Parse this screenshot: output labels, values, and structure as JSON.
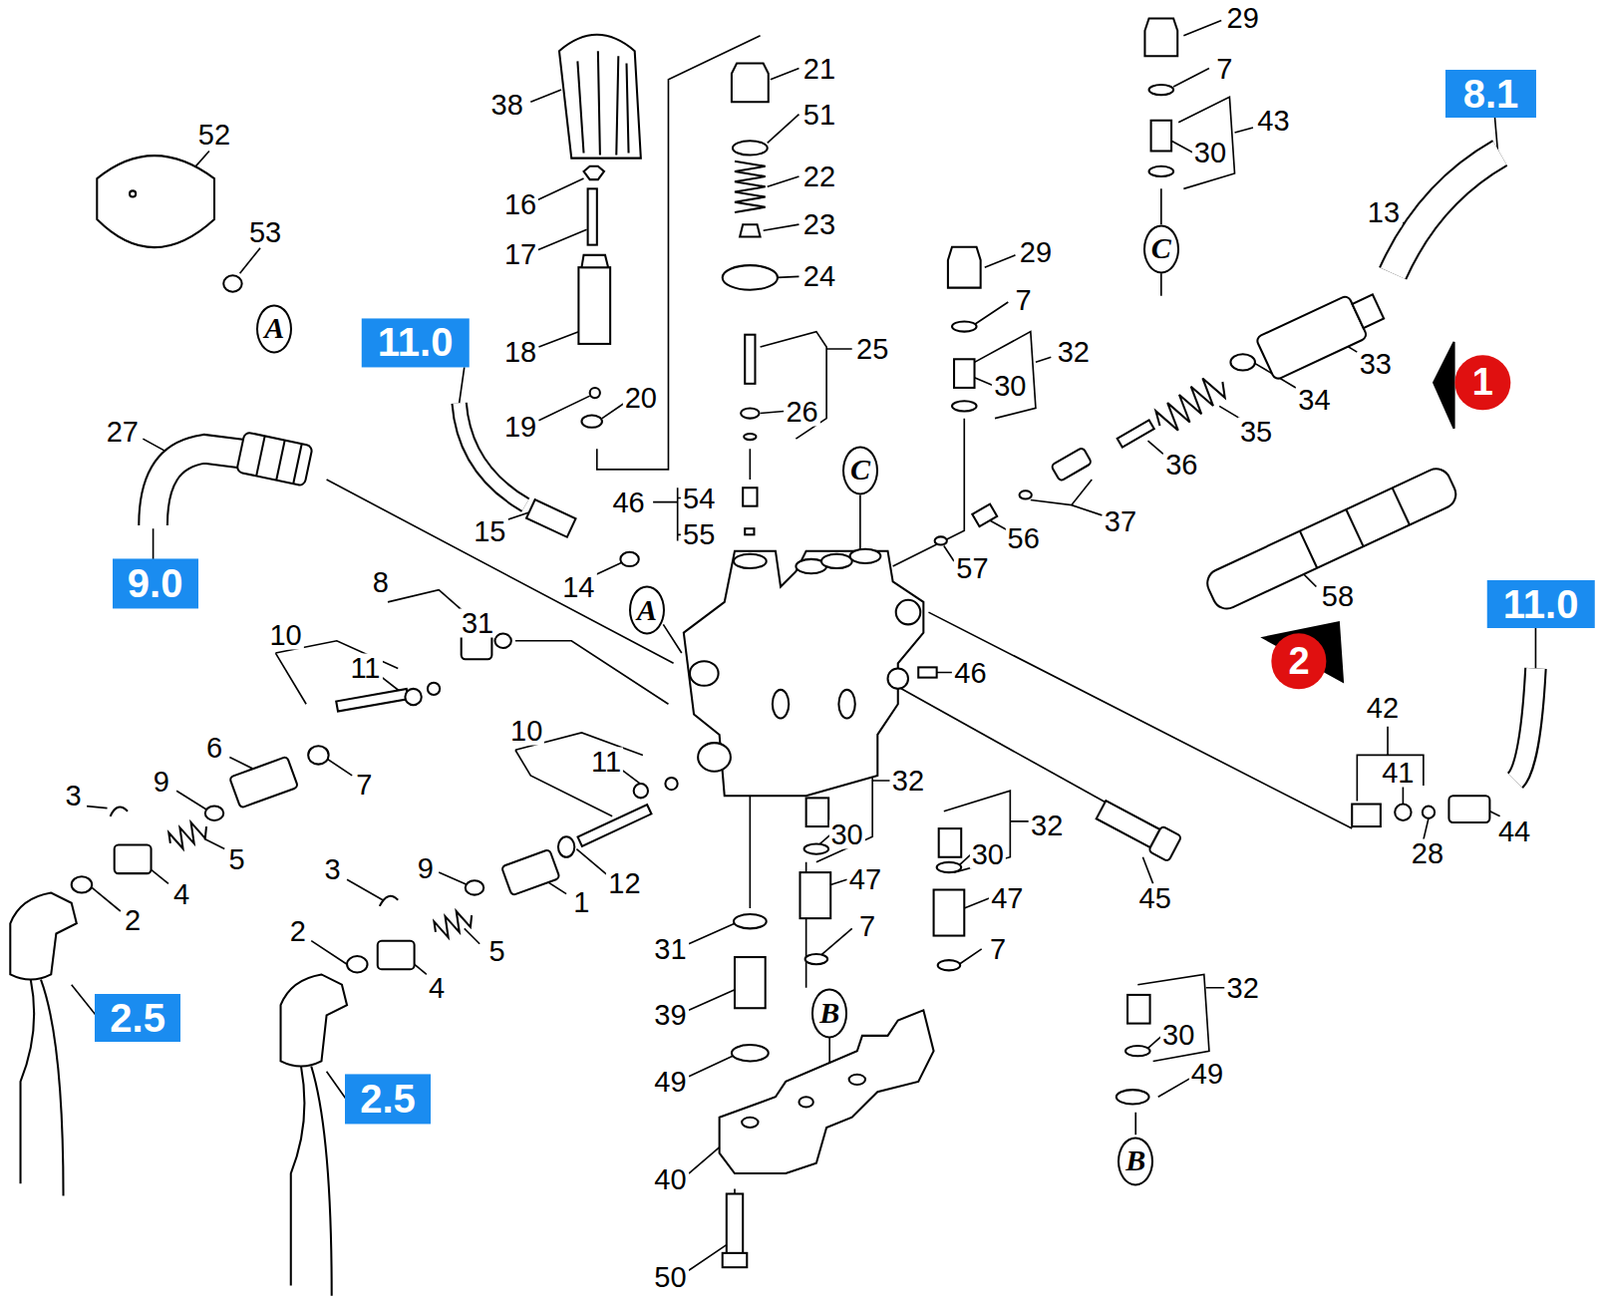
{
  "diagram": {
    "nodes": [
      {
        "text": [
          "8.1"
        ]
      },
      {
        "text": [
          "C"
        ]
      },
      {
        "text": [
          "A"
        ]
      },
      {
        "text": [
          "11.0"
        ]
      },
      {
        "text": [
          "1"
        ]
      },
      {
        "text": [
          "C"
        ]
      },
      {
        "text": [
          "9.0"
        ]
      },
      {
        "text": [
          "11.0"
        ]
      },
      {
        "text": [
          "A"
        ]
      },
      {
        "text": [
          "2"
        ]
      },
      {
        "text": [
          "B"
        ]
      },
      {
        "text": [
          "2.5"
        ]
      },
      {
        "text": [
          "2.5"
        ]
      },
      {
        "text": [
          "B"
        ]
      }
    ],
    "labels": [
      "29",
      "21",
      "7",
      "38",
      "51",
      "43",
      "52",
      "30",
      "22",
      "16",
      "13",
      "23",
      "53",
      "29",
      "17",
      "24",
      "7",
      "18",
      "25",
      "32",
      "33",
      "30",
      "20",
      "34",
      "26",
      "19",
      "27",
      "35",
      "36",
      "54",
      "46",
      "37",
      "15",
      "55",
      "56",
      "57",
      "8",
      "14",
      "58",
      "31",
      "10",
      "11",
      "46",
      "42",
      "10",
      "6",
      "11",
      "41",
      "32",
      "9",
      "7",
      "3",
      "32",
      "44",
      "30",
      "28",
      "30",
      "5",
      "9",
      "3",
      "47",
      "12",
      "4",
      "47",
      "45",
      "1",
      "2",
      "7",
      "2",
      "7",
      "31",
      "5",
      "4",
      "32",
      "39",
      "30",
      "49",
      "49",
      "40",
      "50"
    ]
  }
}
